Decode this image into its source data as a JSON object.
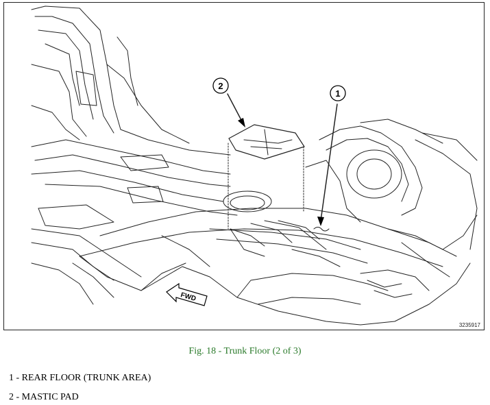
{
  "figure": {
    "image_code": "3235917",
    "callouts": [
      {
        "number": "1"
      },
      {
        "number": "2"
      }
    ],
    "direction_label": "FWD"
  },
  "caption": "Fig. 18 - Trunk Floor (2 of 3)",
  "legend": [
    {
      "text": "1 - REAR FLOOR (TRUNK AREA)"
    },
    {
      "text": "2 - MASTIC PAD"
    }
  ],
  "colors": {
    "caption": "#2a7a2a",
    "line_art": "#222222"
  }
}
